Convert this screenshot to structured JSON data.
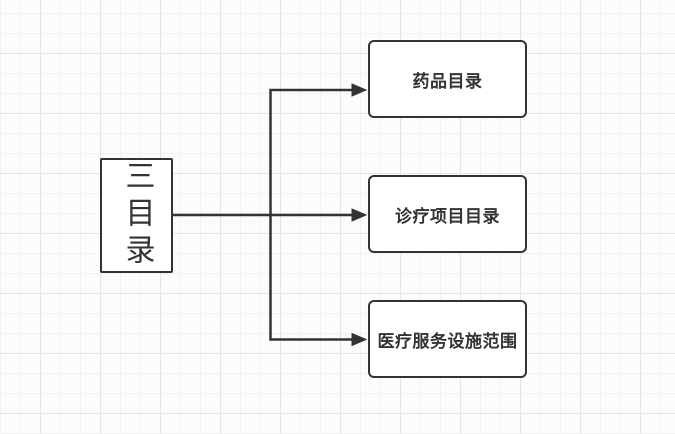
{
  "colors": {
    "background": "#fcfcfc",
    "grid_minor": "#f1f1f3",
    "grid_major": "#e5e5e7",
    "stroke": "#333333",
    "node_fill": "#ffffff",
    "text": "#333333"
  },
  "diagram": {
    "type": "flowchart",
    "root_node": {
      "label": "三目录",
      "text_orientation": "vertical"
    },
    "child_nodes": [
      {
        "label": "药品目录"
      },
      {
        "label": "诊疗项目目录"
      },
      {
        "label": "医疗服务设施范围"
      }
    ],
    "connections": [
      {
        "from": "三目录",
        "to": "药品目录",
        "arrow": "right"
      },
      {
        "from": "三目录",
        "to": "诊疗项目目录",
        "arrow": "right"
      },
      {
        "from": "三目录",
        "to": "医疗服务设施范围",
        "arrow": "right"
      }
    ]
  }
}
